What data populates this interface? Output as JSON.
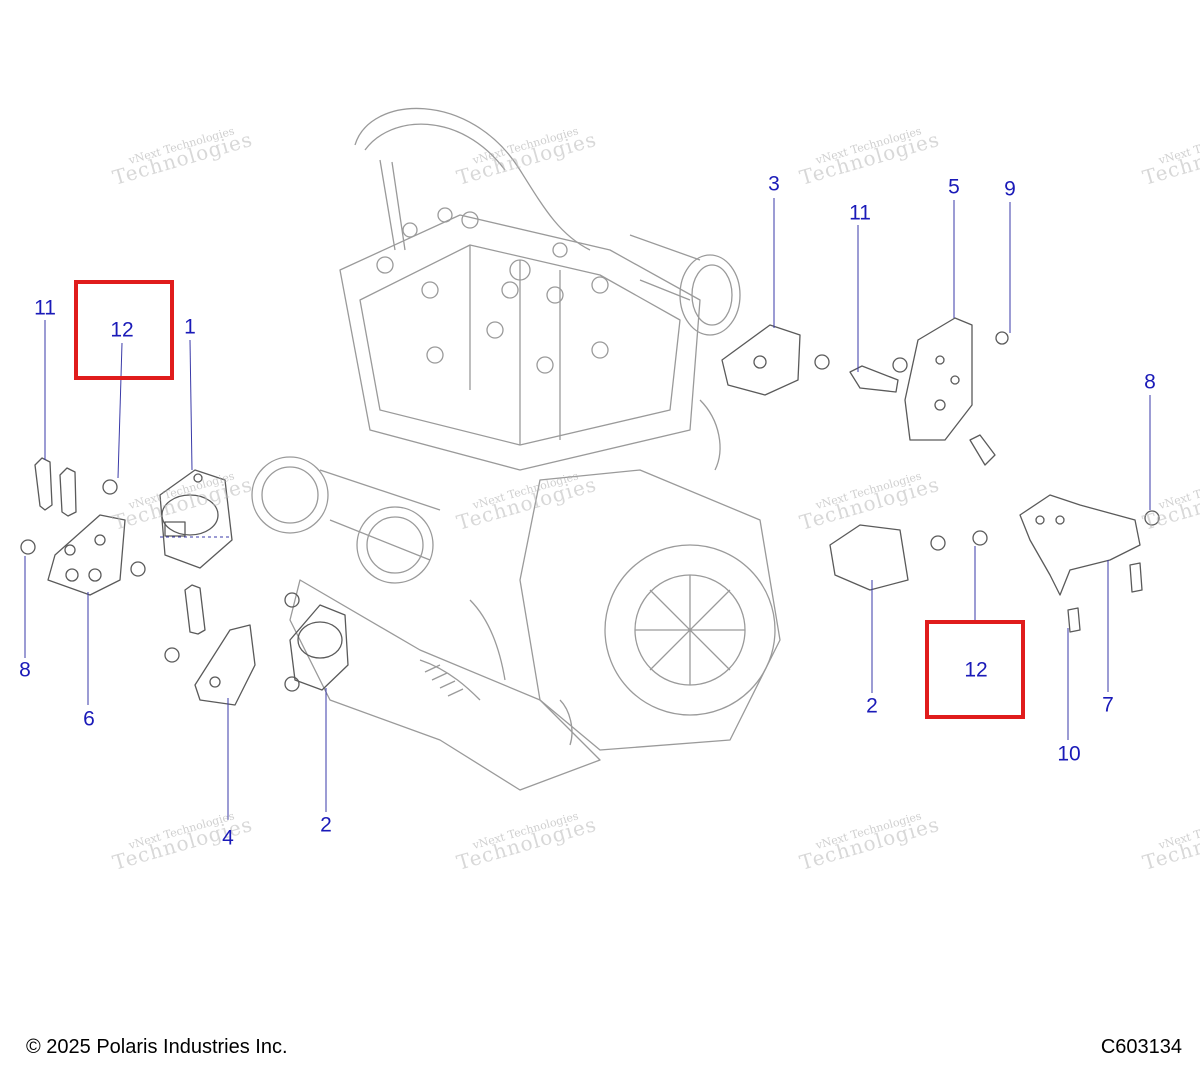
{
  "diagram": {
    "callouts": [
      "11",
      "12",
      "1",
      "8",
      "6",
      "4",
      "2",
      "3",
      "11",
      "5",
      "9",
      "8",
      "2",
      "12",
      "7",
      "10"
    ],
    "highlight_color": "#e01c1c",
    "callout_color": "#1a1ab8"
  },
  "watermark": {
    "line1": "vNext Technologies",
    "line2": "Technologies"
  },
  "footer": {
    "copyright": "© 2025 Polaris Industries Inc.",
    "code": "C603134"
  }
}
